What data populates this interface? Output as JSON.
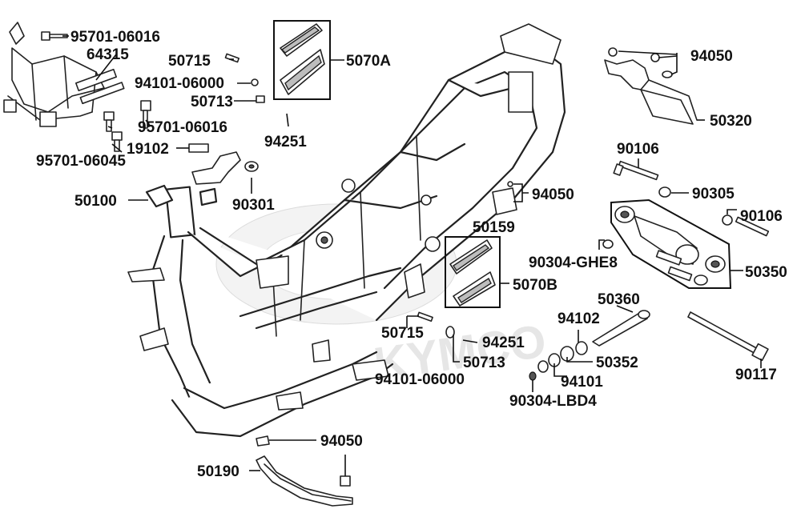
{
  "watermark": "KYMCO",
  "labels": {
    "p95701_06016_a": "95701-06016",
    "p64315": "64315",
    "p50715_a": "50715",
    "p94101_06000_a": "94101-06000",
    "p50713_a": "50713",
    "p5070A": "5070A",
    "p94251_a": "94251",
    "p95701_06016_b": "95701-06016",
    "p19102": "19102",
    "p95701_06045": "95701-06045",
    "p50100": "50100",
    "p90301": "90301",
    "p94050_a": "94050",
    "p50320": "50320",
    "p90106_a": "90106",
    "p90305": "90305",
    "p90106_b": "90106",
    "p94050_b": "94050",
    "p50159": "50159",
    "p50350": "50350",
    "p90304_GHE8": "90304-GHE8",
    "p5070B": "5070B",
    "p50360": "50360",
    "p94102": "94102",
    "p50715_b": "50715",
    "p94251_b": "94251",
    "p50713_b": "50713",
    "p50352": "50352",
    "p94101_06000_b": "94101-06000",
    "p94101": "94101",
    "p90117": "90117",
    "p90304_LBD4": "90304-LBD4",
    "p94050_c": "94050",
    "p50190": "50190"
  }
}
